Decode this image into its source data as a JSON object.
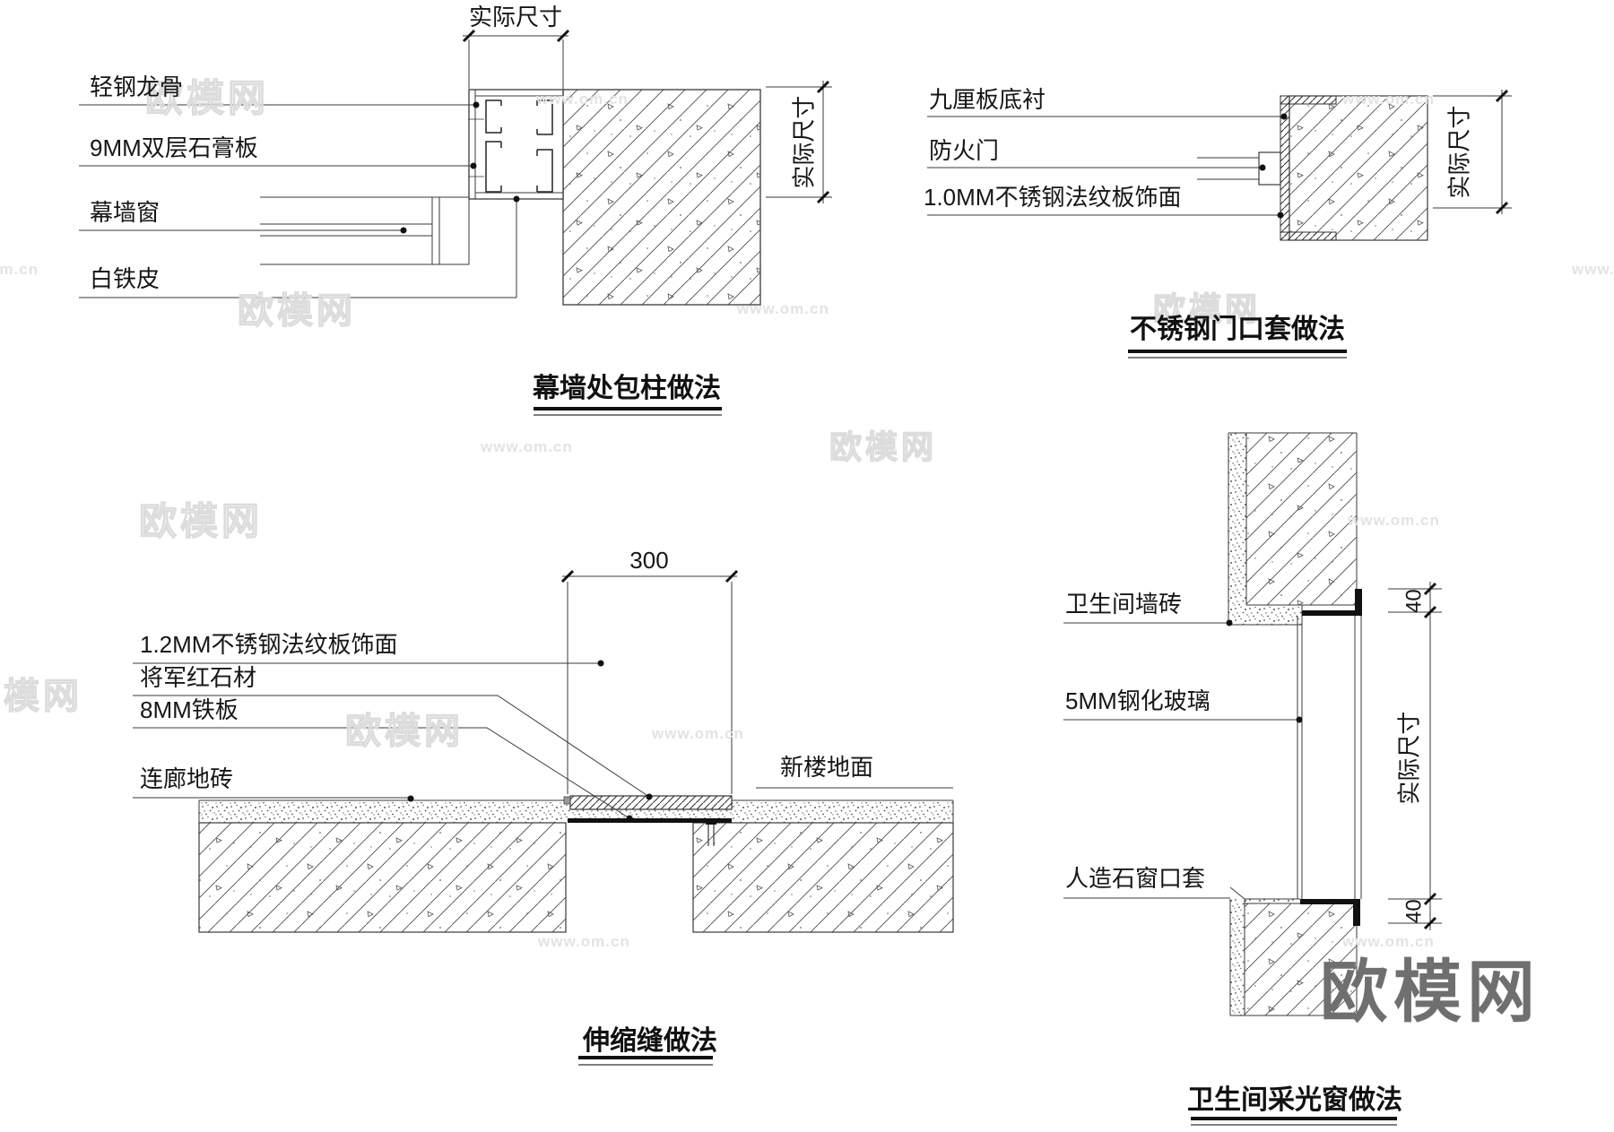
{
  "sheet_type": "construction-detail-drawings",
  "colors": {
    "line": "#3a3a3a",
    "ink": "#111111",
    "watermark_light": "#dcdcdc",
    "watermark_dark": "#6f6f6f",
    "background": "#ffffff"
  },
  "watermark": {
    "brand": "欧模网",
    "site": "www.om.cn",
    "site_short": "om.cn"
  },
  "drawings": {
    "curtain_wall_column": {
      "title": "幕墙处包柱做法",
      "labels": {
        "l1": "轻钢龙骨",
        "l2": "9MM双层石膏板",
        "l3": "幕墙窗",
        "l4": "白铁皮"
      },
      "dim_top": "实际尺寸",
      "dim_right": "实际尺寸"
    },
    "steel_door_frame": {
      "title": "不锈钢门口套做法",
      "labels": {
        "l1": "九厘板底衬",
        "l2": "防火门",
        "l3": "1.0MM不锈钢法纹板饰面"
      },
      "dim_right": "实际尺寸"
    },
    "expansion_joint": {
      "title": "伸缩缝做法",
      "labels": {
        "l1": "1.2MM不锈钢法纹板饰面",
        "l2": "将军红石材",
        "l3": "8MM铁板",
        "l4": "连廊地砖",
        "l5": "新楼地面"
      },
      "dim_top": "300"
    },
    "bathroom_window": {
      "title": "卫生间采光窗做法",
      "labels": {
        "l1": "卫生间墙砖",
        "l2": "5MM钢化玻璃",
        "l3": "人造石窗口套"
      },
      "dim_top": "40",
      "dim_mid": "实际尺寸",
      "dim_bottom": "40"
    }
  }
}
